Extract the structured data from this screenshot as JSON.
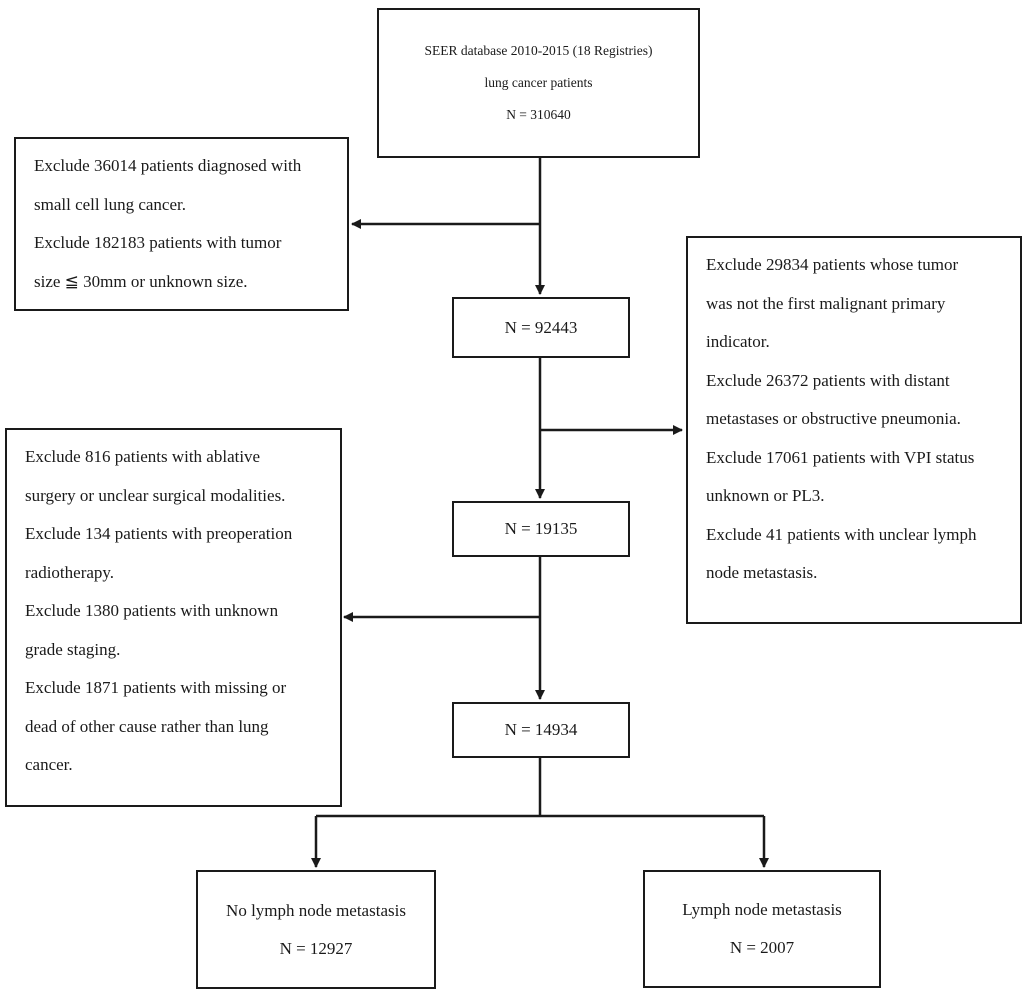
{
  "top": {
    "lines": [
      "SEER database 2010-2015 (18 Registries)",
      "lung cancer patients",
      "N = 310640"
    ]
  },
  "exclude1": {
    "lines": [
      "Exclude 36014 patients diagnosed with",
      "small cell lung cancer.",
      "Exclude 182183 patients with tumor",
      "size ≦ 30mm or unknown size."
    ]
  },
  "count1": {
    "label": "N = 92443"
  },
  "exclude2": {
    "lines": [
      "Exclude 29834 patients whose tumor",
      "was not the first malignant primary",
      "indicator.",
      "Exclude 26372 patients with distant",
      "metastases or obstructive pneumonia.",
      "Exclude 17061 patients with VPI status",
      "unknown or PL3.",
      "Exclude 41 patients with unclear lymph",
      "node metastasis."
    ]
  },
  "count2": {
    "label": "N = 19135"
  },
  "exclude3": {
    "lines": [
      "Exclude 816 patients with ablative",
      "surgery or unclear surgical modalities.",
      "Exclude 134 patients with preoperation",
      "radiotherapy.",
      "Exclude 1380 patients with unknown",
      "grade staging.",
      "Exclude 1871 patients with missing or",
      "dead of other cause rather than lung",
      "cancer."
    ]
  },
  "count3": {
    "label": "N = 14934"
  },
  "outcome_left": {
    "title": "No lymph node metastasis",
    "count": "N = 12927"
  },
  "outcome_right": {
    "title": "Lymph node metastasis",
    "count": "N = 2007"
  }
}
